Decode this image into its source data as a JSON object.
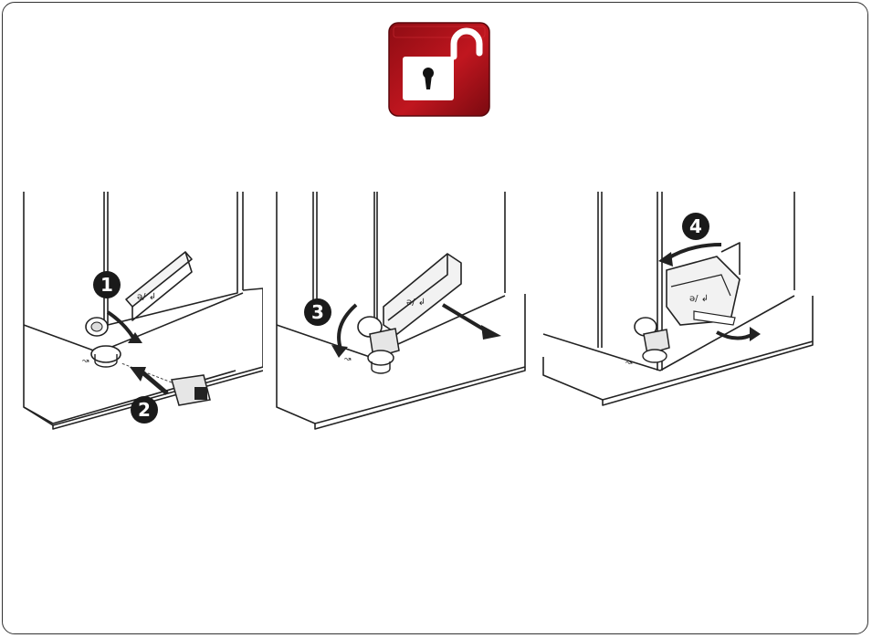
{
  "colors": {
    "badge_red": "#b3121c",
    "badge_dark": "#7a0a10",
    "badge_light": "#d8343c",
    "line": "#222222",
    "step_circle": "#1a1a1a"
  },
  "icons": {
    "header": "unlock-padlock-icon",
    "key": "key-icon",
    "arrow": "curved-arrow-icon"
  },
  "steps": [
    {
      "number": "1"
    },
    {
      "number": "2"
    },
    {
      "number": "3"
    },
    {
      "number": "4"
    }
  ]
}
